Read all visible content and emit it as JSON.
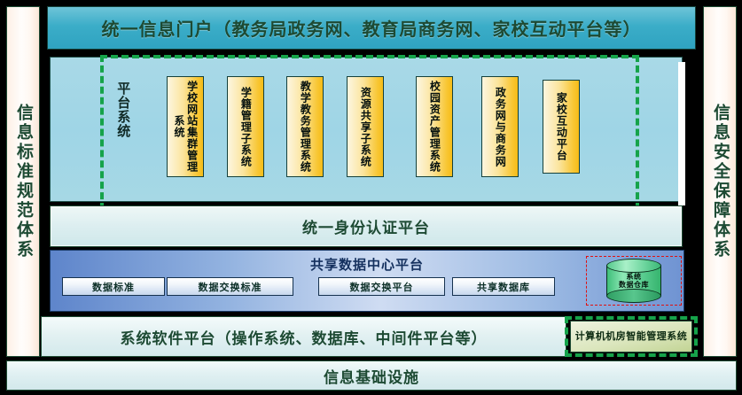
{
  "diagram": {
    "title_top": "统一信息门户（教务局政务网、教育局商务网、家校互动平台等）",
    "left_pillar": "信息标准规范体系",
    "right_pillar": "信息安全保障体系",
    "platform": {
      "group_label": "平台系统",
      "modules": [
        {
          "label": "学校网站集群管理系统"
        },
        {
          "label": "学籍管理子系统"
        },
        {
          "label": "教学教务管理系统"
        },
        {
          "label": "资源共享子系统"
        },
        {
          "label": "校园资产管理系统"
        },
        {
          "label": "政务网与商务网"
        },
        {
          "label": "家校互动平台"
        }
      ]
    },
    "auth_band": "统一身份认证平台",
    "data_center": {
      "title": "共享数据中心平台",
      "boxes": [
        {
          "label": "数据标准"
        },
        {
          "label": "数据交换标准"
        },
        {
          "label": "数据交换平台"
        },
        {
          "label": "共享数据库"
        }
      ],
      "cylinder_label": "系统\n数据仓库"
    },
    "software_band": "系统软件平台（操作系统、数据库、中间件平台等）",
    "room_mgmt": "计算机机房智能管理系统",
    "infrastructure": "信息基础设施",
    "colors": {
      "portal_teal": "#3badc8",
      "platform_blue": "#a3d7e5",
      "data_blue": "#8fafdd",
      "module_yellow": "#f8c633",
      "dashed_green": "#16a34a",
      "dashed_red": "#e01010",
      "cylinder_green": "#5fd095",
      "room_olive": "#dbe6bd",
      "text_dark_green": "#1d4a33",
      "background": "#000000"
    }
  }
}
